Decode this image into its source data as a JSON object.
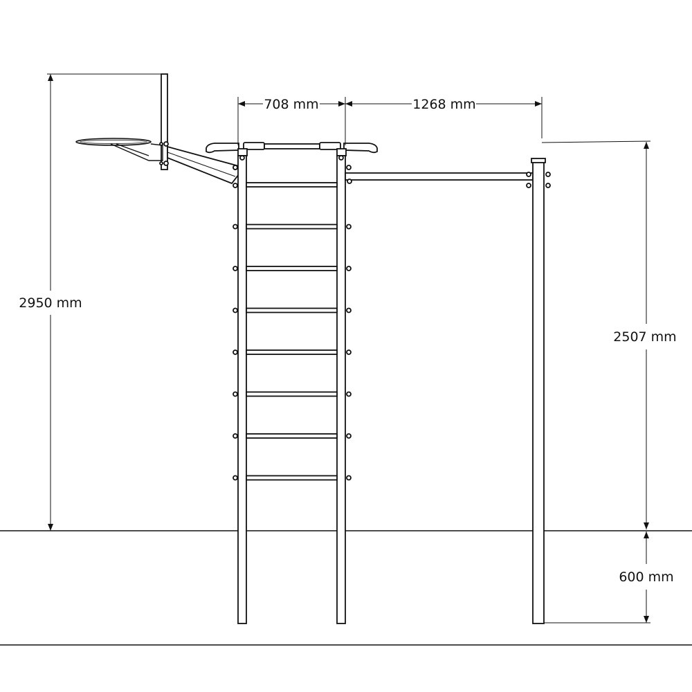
{
  "dimensions": {
    "total_height": "2950 mm",
    "ladder_width": "708 mm",
    "bar_span": "1268 mm",
    "bar_height": "2507 mm",
    "foundation_depth": "600 mm"
  },
  "ladder": {
    "rung_count": 8
  },
  "colors": {
    "stroke": "#111111",
    "background": "#ffffff",
    "hoop_fill": "#dddddd"
  }
}
